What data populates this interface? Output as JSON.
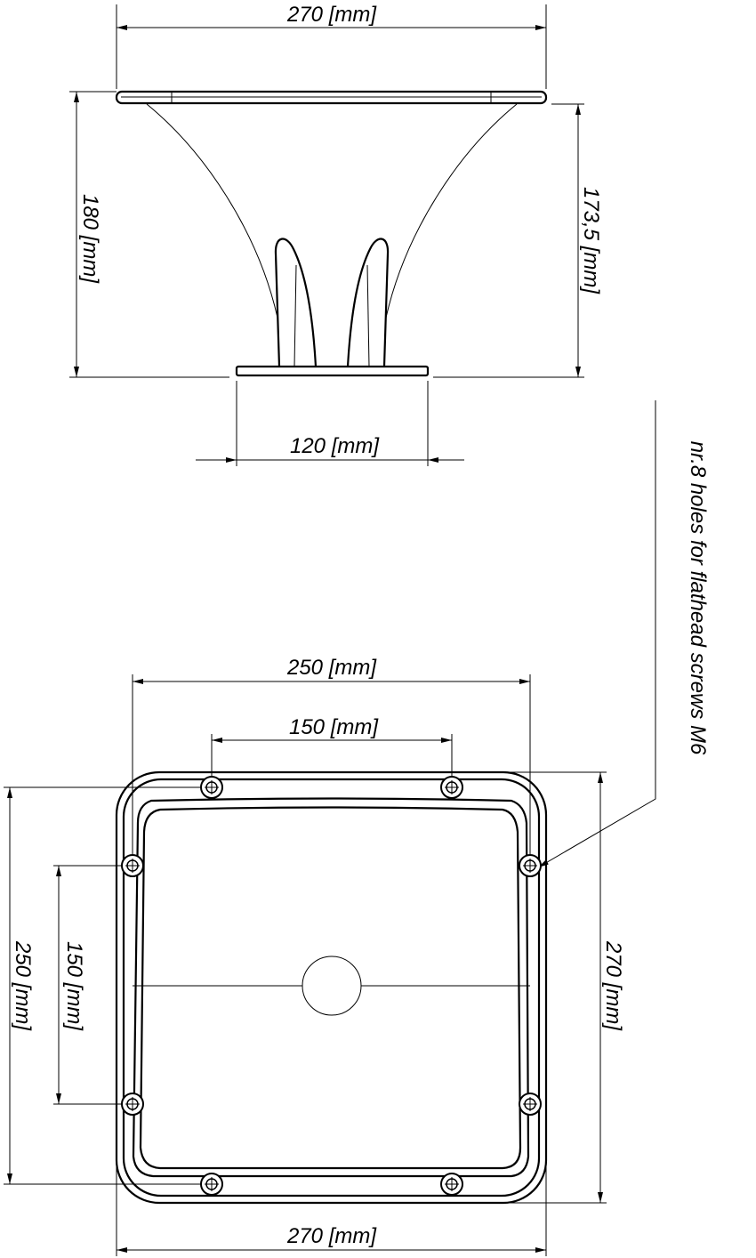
{
  "side_view": {
    "top_width": "270 [mm]",
    "total_height": "180 [mm]",
    "horn_height": "173,5 [mm]",
    "base_width": "120 [mm]"
  },
  "annotation": {
    "holes_note": "nr.8 holes for flathead screws M6"
  },
  "front_view": {
    "hole_spacing_outer_h": "250 [mm]",
    "hole_spacing_inner_h": "150 [mm]",
    "hole_spacing_outer_v": "250 [mm]",
    "hole_spacing_inner_v": "150 [mm]",
    "flange_height": "270 [mm]",
    "flange_width": "270 [mm]"
  }
}
